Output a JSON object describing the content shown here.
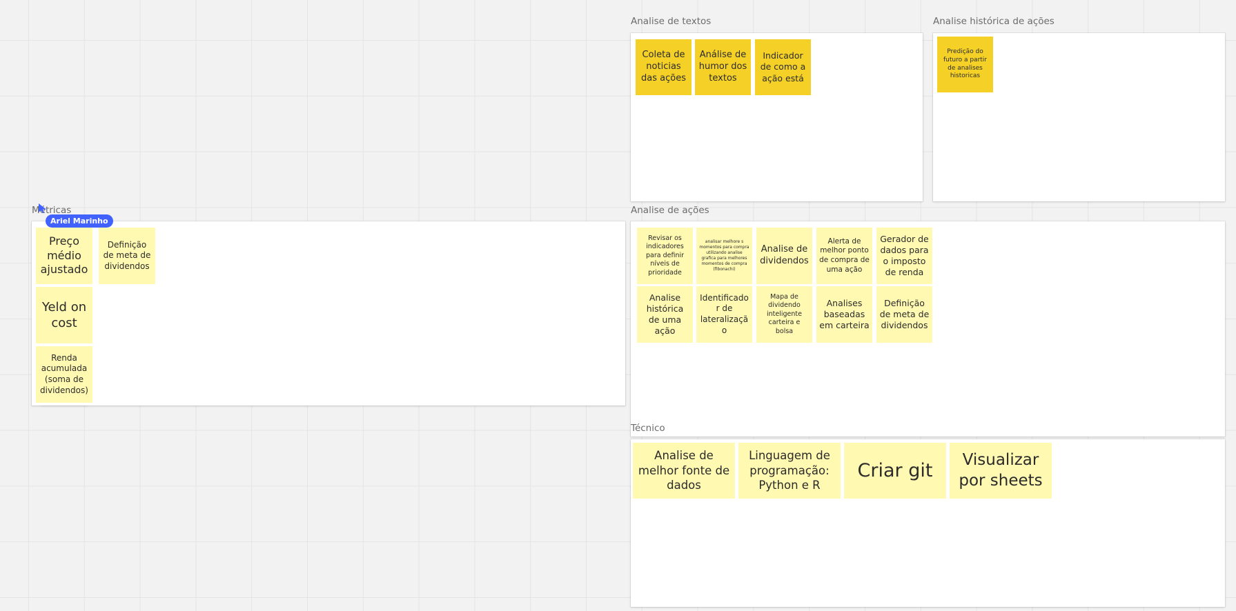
{
  "board": {
    "background_color": "#f2f2f2",
    "grid_color": "#e4e4e4"
  },
  "colors": {
    "sticky_light": "#fff9b1",
    "sticky_dark": "#f5d128",
    "frame_title": "#6b6b6b",
    "cursor": "#4262ff"
  },
  "cursor": {
    "user_name": "Ariel Marinho",
    "icon": "pointer-arrow-icon"
  },
  "frames": {
    "metricas": {
      "title": "Métricas",
      "stickies": [
        "Preço médio ajustado",
        "Definição de meta de dividendos",
        "Yeld on cost",
        "Renda acumulada (soma de dividendos)"
      ]
    },
    "analise_textos": {
      "title": "Analise de textos",
      "stickies": [
        "Coleta de noticias das ações",
        "Análise de humor dos textos",
        "Indicador de como a ação está"
      ]
    },
    "analise_historica": {
      "title": "Analise histórica de ações",
      "stickies": [
        "Predição do futuro a partir de analises historicas"
      ]
    },
    "analise_acoes": {
      "title": "Analise de ações",
      "stickies": [
        "Revisar os indicadores para definir níveis de prioridade",
        "analisar melhore s momentos para compra utilizando analise grafica para melhores momentos de compra (fibonachi)",
        "Analise de dividendos",
        "Alerta de melhor ponto de compra de uma ação",
        "Gerador de dados para o imposto de renda",
        "Analise histórica de uma ação",
        "Identificador de lateralização",
        "Mapa de dividendo inteligente carteira e bolsa",
        "Analises baseadas em carteira",
        "Definição de meta de dividendos"
      ]
    },
    "tecnico": {
      "title": "Técnico",
      "stickies": [
        "Analise de melhor fonte de dados",
        "Linguagem de programação: Python e R",
        "Criar git",
        "Visualizar por sheets"
      ]
    }
  }
}
